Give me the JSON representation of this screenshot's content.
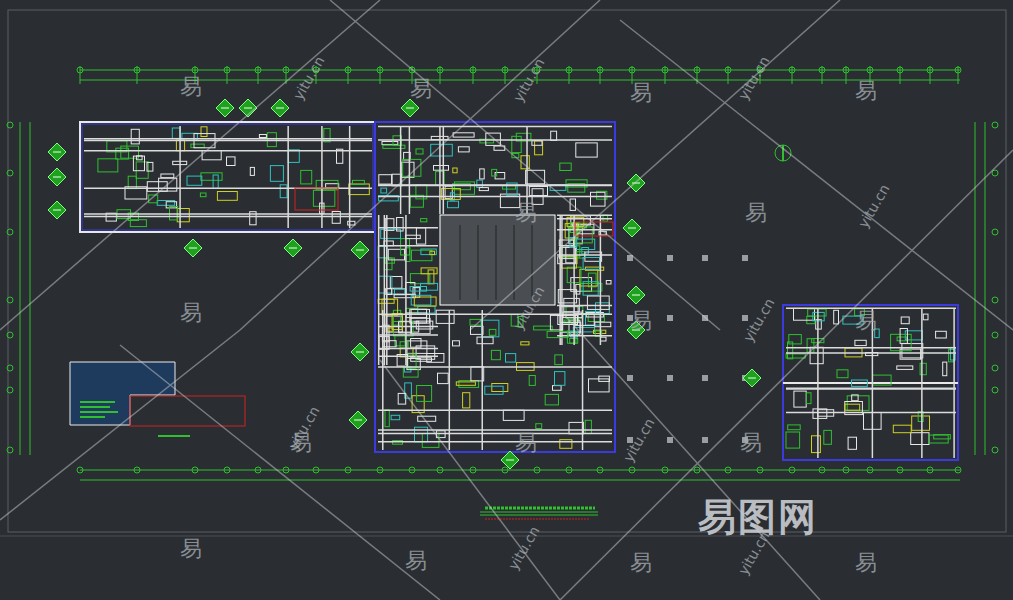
{
  "diagram": {
    "labels": [
      "易",
      "易",
      "易",
      "易",
      "易",
      "易",
      "易",
      "易",
      "易",
      "易",
      "易",
      "易",
      "易",
      "易",
      "易",
      "易",
      "yitu.cn",
      "yitu.cn",
      "yitu.cn",
      "yitu.cn",
      "yitu.cn",
      "yitu.cn",
      "yitu.cn",
      "yitu.cn",
      "yitu.cn",
      "yitu.cn",
      "易图网"
    ]
  }
}
